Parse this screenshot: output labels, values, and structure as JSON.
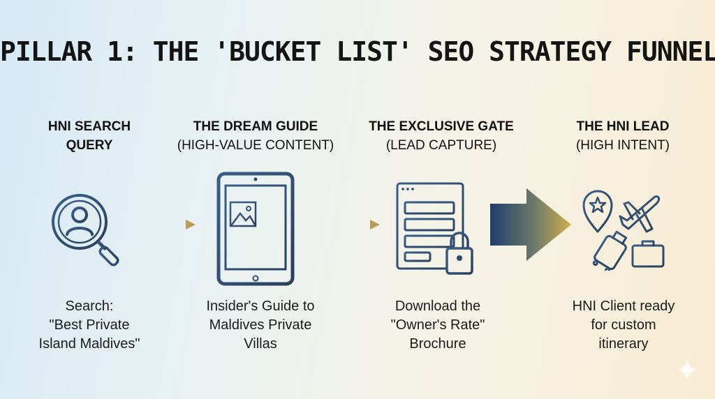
{
  "title": "PILLAR 1: THE 'BUCKET LIST' SEO STRATEGY FUNNEL",
  "steps": [
    {
      "heading_line1": "HNI SEARCH",
      "heading_line2": "QUERY",
      "description": [
        "Search:",
        "\"Best Private",
        "Island Maldives\""
      ],
      "icon": "search-person-icon"
    },
    {
      "heading_line1": "THE DREAM GUIDE",
      "heading_line2": "(HIGH-VALUE CONTENT)",
      "description": [
        "Insider's Guide to",
        "Maldives Private",
        "Villas"
      ],
      "icon": "tablet-article-icon"
    },
    {
      "heading_line1": "THE EXCLUSIVE GATE",
      "heading_line2": "(LEAD CAPTURE)",
      "description": [
        "Download the",
        "\"Owner's Rate\"",
        "Brochure"
      ],
      "icon": "locked-form-icon"
    },
    {
      "heading_line1": "THE HNI LEAD",
      "heading_line2": "(HIGH INTENT)",
      "description": [
        "HNI Client ready",
        "for custom",
        "itinerary"
      ],
      "icon": "travel-lead-icon"
    }
  ],
  "colors": {
    "icon_stroke": "#2a4a6c",
    "arrow_start": "#1e3a66",
    "arrow_end": "#c8a84a"
  }
}
